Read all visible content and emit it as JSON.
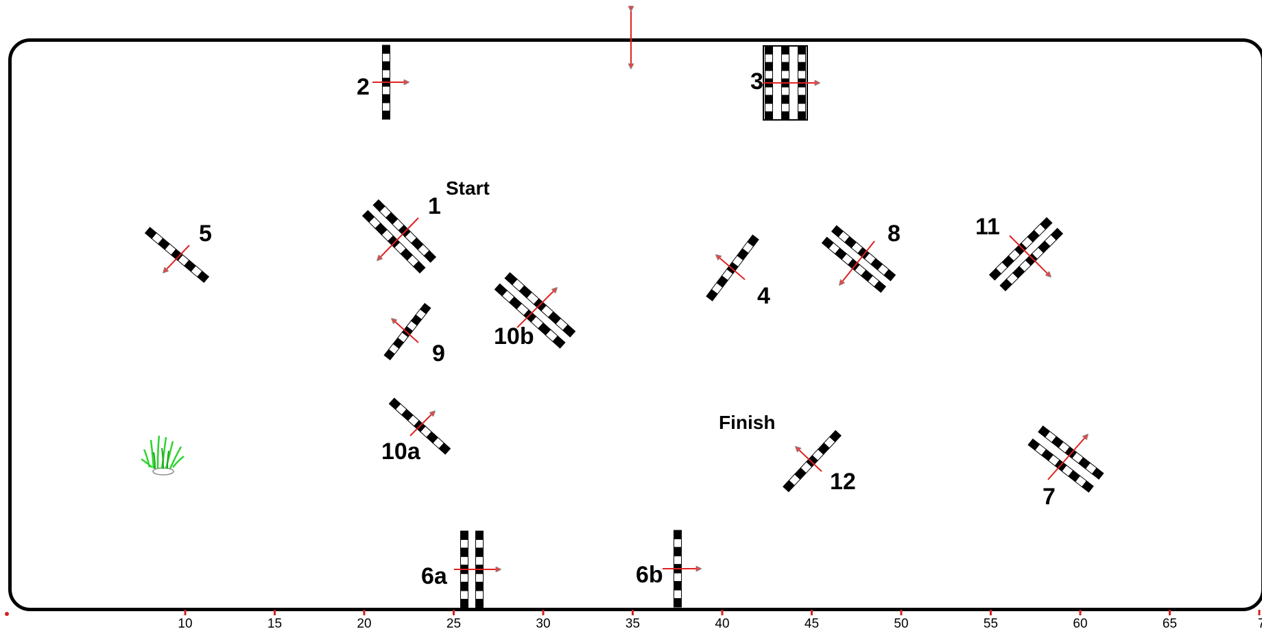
{
  "arena": {
    "start_label": "Start",
    "finish_label": "Finish",
    "axis_ticks": [
      "10",
      "15",
      "20",
      "25",
      "30",
      "35",
      "40",
      "45",
      "50",
      "55",
      "60",
      "65"
    ],
    "axis_end_label": "7",
    "colors": {
      "bar": "#000000",
      "arrow": "#e02020",
      "arrowhead_fill": "#e04848",
      "arrowhead_stroke": "#8a8a8a",
      "tick": "#d42020",
      "plant": "#2bd42b"
    }
  },
  "obstacles": [
    {
      "id": "1",
      "label": "1",
      "type": "double-bar",
      "icon": "double-jump-icon"
    },
    {
      "id": "2",
      "label": "2",
      "type": "single-bar",
      "icon": "jump-icon"
    },
    {
      "id": "3",
      "label": "3",
      "type": "triple-bar",
      "icon": "oxer-icon"
    },
    {
      "id": "4",
      "label": "4",
      "type": "single-bar",
      "icon": "jump-icon"
    },
    {
      "id": "5",
      "label": "5",
      "type": "single-bar",
      "icon": "jump-icon"
    },
    {
      "id": "6a",
      "label": "6a",
      "type": "double-bar",
      "icon": "double-jump-icon"
    },
    {
      "id": "6b",
      "label": "6b",
      "type": "single-bar",
      "icon": "jump-icon"
    },
    {
      "id": "7",
      "label": "7",
      "type": "double-bar",
      "icon": "double-jump-icon"
    },
    {
      "id": "8",
      "label": "8",
      "type": "double-bar",
      "icon": "double-jump-icon"
    },
    {
      "id": "9",
      "label": "9",
      "type": "single-bar",
      "icon": "jump-icon"
    },
    {
      "id": "10a",
      "label": "10a",
      "type": "single-bar",
      "icon": "jump-icon"
    },
    {
      "id": "10b",
      "label": "10b",
      "type": "double-bar",
      "icon": "double-jump-icon"
    },
    {
      "id": "11",
      "label": "11",
      "type": "double-bar",
      "icon": "double-jump-icon"
    },
    {
      "id": "12",
      "label": "12",
      "type": "single-bar",
      "icon": "jump-icon"
    }
  ],
  "decorations": {
    "entry_arrow_icon": "double-arrow-icon",
    "plant_icon": "plant-icon"
  }
}
